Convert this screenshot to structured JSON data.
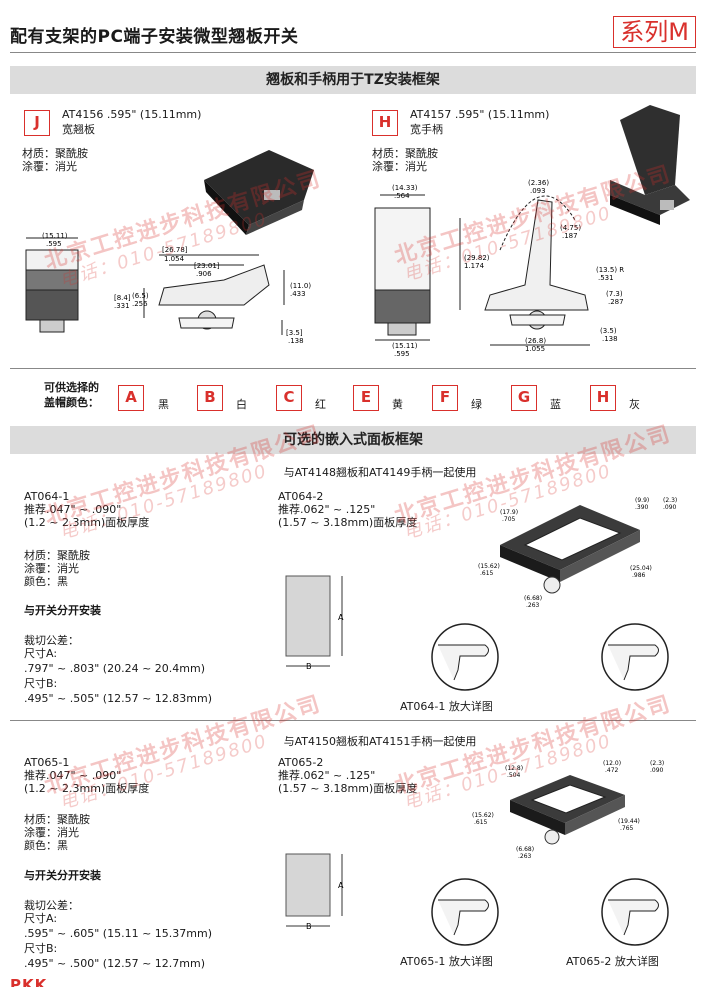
{
  "header": {
    "title": "配有支架的PC端子安装微型翘板开关",
    "series": "系列M"
  },
  "section1": {
    "heading": "翘板和手柄用于TZ安装框架",
    "items": [
      {
        "letter": "J",
        "part": "AT4156  .595\" (15.11mm)",
        "desc": "宽翘板",
        "material": "材质：聚酰胺",
        "finish": "涂覆：消光"
      },
      {
        "letter": "H",
        "part": "AT4157  .595\" (15.11mm)",
        "desc": "宽手柄",
        "material": "材质：聚酰胺",
        "finish": "涂覆：消光"
      }
    ],
    "dims_j": {
      "w_mm": "(15.11)",
      "w_in": ".595",
      "len_mm": "[26.78]",
      "len_in": "1.054",
      "mid_mm": "[23.01]",
      "mid_in": ".906",
      "h1_mm": "[8.4]",
      "h1_in": ".331",
      "h2_mm": "(6.5)",
      "h2_in": ".256",
      "h3_mm": "(11.0)",
      "h3_in": ".433",
      "b_mm": "[3.5]",
      "b_in": ".138"
    },
    "dims_h": {
      "top_mm": "(14.33)",
      "top_in": ".564",
      "side_mm": "(29.82)",
      "side_in": "1.174",
      "w_mm": "(15.11)",
      "w_in": ".595",
      "a1_mm": "(2.36)",
      "a1_in": ".093",
      "a2_mm": "(4.75)",
      "a2_in": ".187",
      "r_mm": "(13.5) R",
      "r_in": ".531",
      "h_mm": "(7.3)",
      "h_in": ".287",
      "len_mm": "(26.8)",
      "len_in": "1.055",
      "b_mm": "(3.5)",
      "b_in": ".138"
    }
  },
  "colors": {
    "label": "可供选择的\n盖帽颜色：",
    "options": [
      {
        "code": "A",
        "name": "黑"
      },
      {
        "code": "B",
        "name": "白"
      },
      {
        "code": "C",
        "name": "红"
      },
      {
        "code": "E",
        "name": "黄"
      },
      {
        "code": "F",
        "name": "绿"
      },
      {
        "code": "G",
        "name": "蓝"
      },
      {
        "code": "H",
        "name": "灰"
      }
    ]
  },
  "section2": {
    "heading": "可选的嵌入式面板框架",
    "group1": {
      "usage": "与AT4148翘板和AT4149手柄一起使用",
      "left": {
        "part": "AT064-1",
        "rec": "推荐.047\" ~ .090\"",
        "thick": "(1.2 ~ 2.3mm)面板厚度",
        "material": "材质：聚酰胺",
        "finish": "涂覆：消光",
        "color": "颜色：黑",
        "mount": "与开关分开安装",
        "tol": "裁切公差：",
        "dimA": "尺寸A:",
        "dimA_val": ".797\" ~ .803\" (20.24 ~ 20.4mm)",
        "dimB": "尺寸B:",
        "dimB_val": ".495\" ~ .505\" (12.57 ~ 12.83mm)"
      },
      "right": {
        "part": "AT064-2",
        "rec": "推荐.062\" ~ .125\"",
        "thick": "(1.57 ~ 3.18mm)面板厚度"
      },
      "detail": "AT064-1 放大详图",
      "frame_dims": [
        "(17.9)",
        ".705",
        "(9.9)",
        ".390",
        "(2.3)",
        ".090",
        "(15.62)",
        ".615",
        "(25.04)",
        ".986",
        "(6.68)",
        ".263"
      ]
    },
    "group2": {
      "usage": "与AT4150翘板和AT4151手柄一起使用",
      "left": {
        "part": "AT065-1",
        "rec": "推荐.047\" ~ .090\"",
        "thick": "(1.2 ~ 2.3mm)面板厚度",
        "material": "材质：聚酰胺",
        "finish": "涂覆：消光",
        "color": "颜色：黑",
        "mount": "与开关分开安装",
        "tol": "裁切公差：",
        "dimA": "尺寸A:",
        "dimA_val": ".595\" ~ .605\" (15.11 ~ 15.37mm)",
        "dimB": "尺寸B:",
        "dimB_val": ".495\" ~ .500\" (12.57 ~ 12.7mm)"
      },
      "right": {
        "part": "AT065-2",
        "rec": "推荐.062\" ~ .125\"",
        "thick": "(1.57 ~ 3.18mm)面板厚度"
      },
      "detail1": "AT065-1 放大详图",
      "detail2": "AT065-2 放大详图",
      "frame_dims": [
        "(12.8)",
        ".504",
        "(12.0)",
        ".472",
        "(2.3)",
        ".090",
        "(15.62)",
        ".615",
        "(19.44)",
        ".765",
        "(6.68)",
        ".263"
      ]
    },
    "cutout_a": "A",
    "cutout_b": "B"
  },
  "watermark": {
    "company": "北京工控进步科技有限公司",
    "phone": "电话：010-57189800"
  },
  "footer": {
    "logo": "PKK"
  }
}
